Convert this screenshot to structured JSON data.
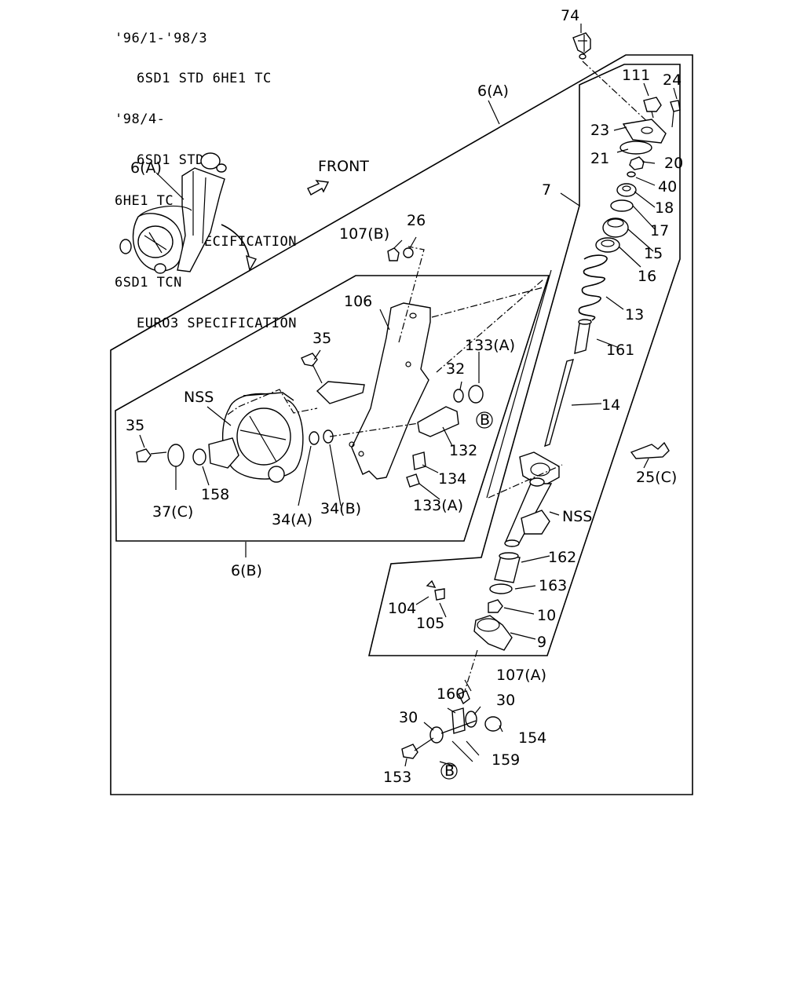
{
  "header": {
    "lines": [
      "'96/1-'98/3",
      "6SD1 STD 6HE1 TC",
      "'98/4-",
      "6SD1 STD",
      "6HE1 TC",
      "EURO2 SPECIFICATION",
      "6SD1 TCN",
      "EURO3 SPECIFICATION"
    ]
  },
  "front_label": "FRONT",
  "callouts": {
    "c74": "74",
    "c6a_top": "6(A)",
    "c111": "111",
    "c24": "24",
    "c23": "23",
    "c21": "21",
    "c20": "20",
    "c40": "40",
    "c18": "18",
    "c17": "17",
    "c15": "15",
    "c16": "16",
    "c13": "13",
    "c7": "7",
    "c161": "161",
    "c14": "14",
    "c25c": "25(C)",
    "cnss_right": "NSS",
    "c162": "162",
    "c163": "163",
    "c10": "10",
    "c9": "9",
    "c104": "104",
    "c105": "105",
    "c6a_left": "6(A)",
    "c107b": "107(B)",
    "c26": "26",
    "c106": "106",
    "c35_top": "35",
    "c133a_top": "133(A)",
    "c32": "32",
    "cb_mid": "B",
    "c132": "132",
    "c134": "134",
    "c133a_bot": "133(A)",
    "cnss_left": "NSS",
    "c35_left": "35",
    "c158": "158",
    "c37c": "37(C)",
    "c34a": "34(A)",
    "c34b": "34(B)",
    "c6b": "6(B)",
    "c107a": "107(A)",
    "c160": "160",
    "c30_right": "30",
    "c30_left": "30",
    "c154": "154",
    "c159": "159",
    "c153": "153",
    "cb_bot": "B"
  }
}
